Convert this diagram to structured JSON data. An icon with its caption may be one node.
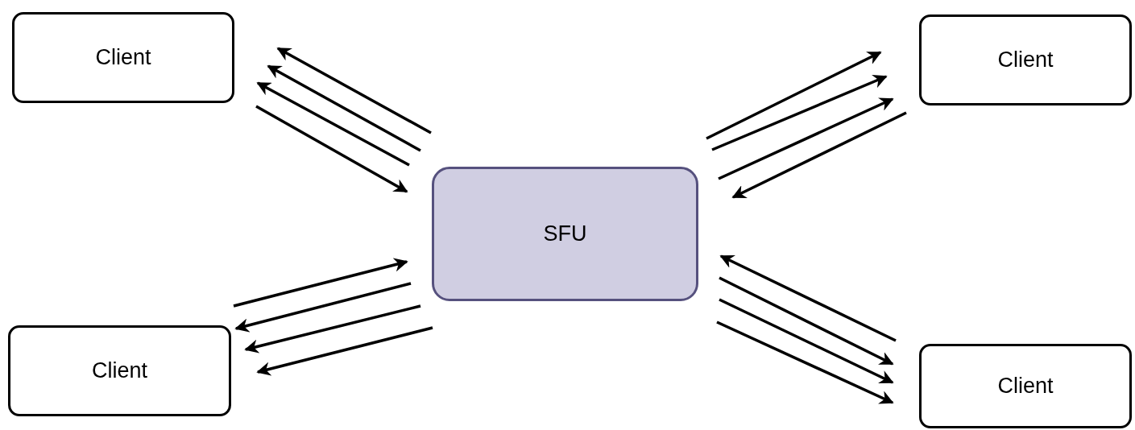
{
  "diagram": {
    "nodes": [
      {
        "text": [
          "Client"
        ]
      },
      {
        "text": [
          "Client"
        ]
      },
      {
        "text": [
          "SFU"
        ]
      },
      {
        "text": [
          "Client"
        ]
      },
      {
        "text": [
          "Client"
        ]
      }
    ],
    "edges": [
      {
        "from": 2,
        "to": 0,
        "arrow": "to"
      },
      {
        "from": 2,
        "to": 0,
        "arrow": "to"
      },
      {
        "from": 2,
        "to": 0,
        "arrow": "to"
      },
      {
        "from": 0,
        "to": 2,
        "arrow": "to"
      },
      {
        "from": 2,
        "to": 1,
        "arrow": "to"
      },
      {
        "from": 2,
        "to": 1,
        "arrow": "to"
      },
      {
        "from": 2,
        "to": 1,
        "arrow": "to"
      },
      {
        "from": 1,
        "to": 2,
        "arrow": "to"
      },
      {
        "from": 3,
        "to": 2,
        "arrow": "to"
      },
      {
        "from": 2,
        "to": 3,
        "arrow": "to"
      },
      {
        "from": 2,
        "to": 3,
        "arrow": "to"
      },
      {
        "from": 2,
        "to": 3,
        "arrow": "to"
      },
      {
        "from": 4,
        "to": 2,
        "arrow": "to"
      },
      {
        "from": 2,
        "to": 4,
        "arrow": "to"
      },
      {
        "from": 2,
        "to": 4,
        "arrow": "to"
      },
      {
        "from": 2,
        "to": 4,
        "arrow": "to"
      }
    ]
  }
}
